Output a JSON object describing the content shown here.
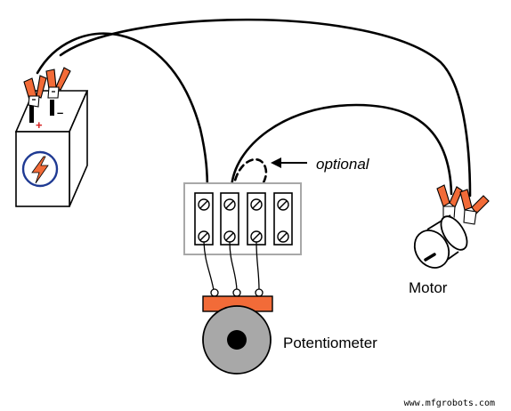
{
  "labels": {
    "optional": "optional",
    "motor": "Motor",
    "potentiometer": "Potentiometer",
    "watermark": "www.mfgrobots.com"
  },
  "battery": {
    "positive_symbol": "+",
    "negative_symbol": "–",
    "icon": "lightning-bolt-icon"
  },
  "terminal_block": {
    "screw_count": 8
  },
  "colors": {
    "clip_orange": "#f26b38",
    "battery_icon_blue": "#1f3a93",
    "positive_red": "#d62020",
    "terminal_gray": "#a8a8a8",
    "pot_knob_gray": "#a8a8a8"
  }
}
